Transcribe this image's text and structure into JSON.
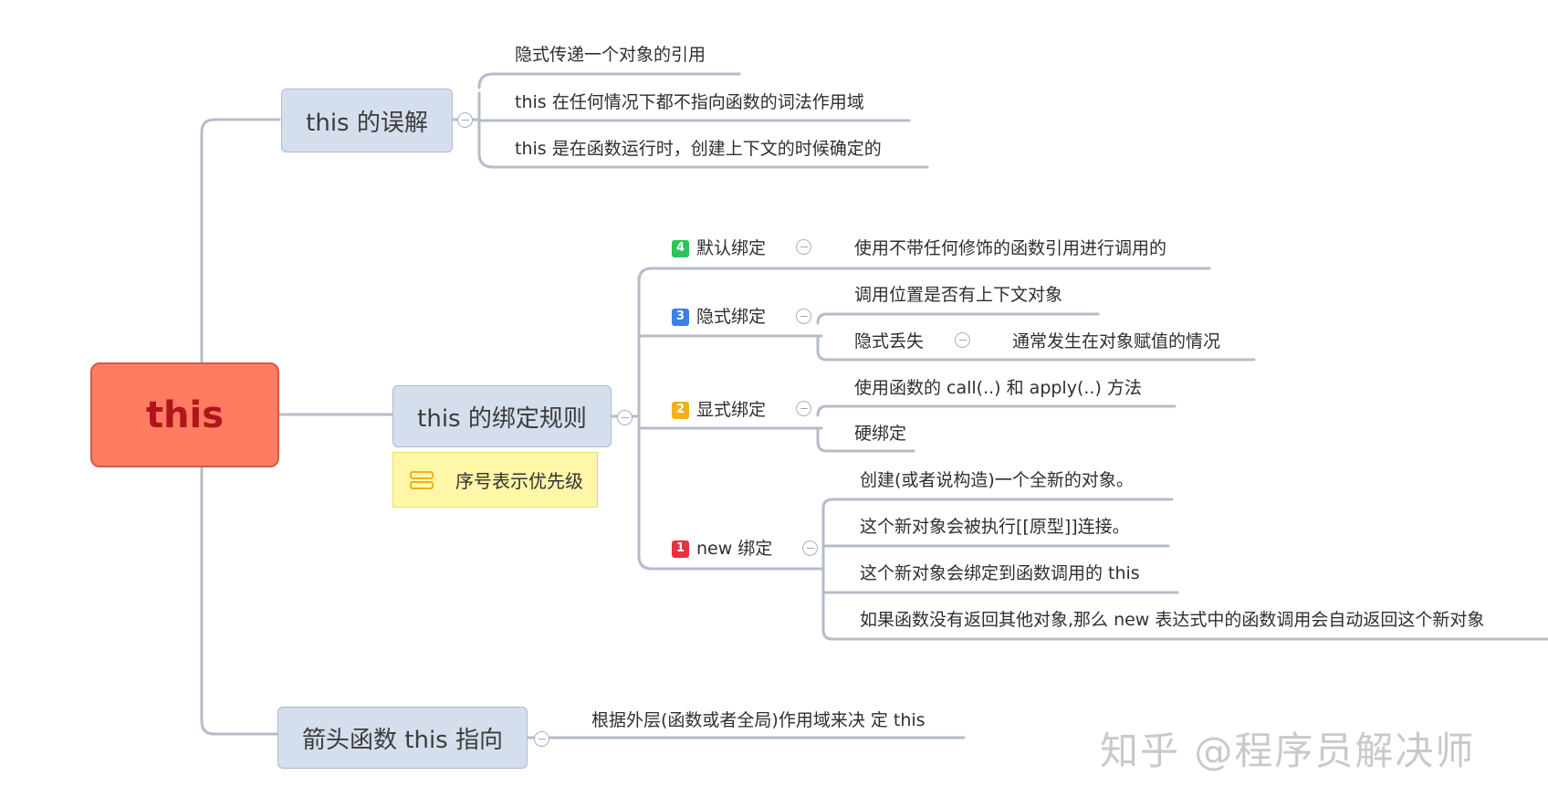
{
  "root": {
    "label": "this"
  },
  "branches": {
    "misconception": {
      "label": "this 的误解",
      "items": [
        "隐式传递一个对象的引用",
        "this 在任何情况下都不指向函数的词法作用域",
        "this 是在函数运行时，创建上下文的时候确定的"
      ]
    },
    "binding": {
      "label": "this 的绑定规则",
      "note": "序号表示优先级",
      "rules": [
        {
          "priority": "4",
          "badge_color": "#2bc45a",
          "label": "默认绑定",
          "items": [
            "使用不带任何修饰的函数引用进行调用的"
          ]
        },
        {
          "priority": "3",
          "badge_color": "#3d7ee8",
          "label": "隐式绑定",
          "items": [
            "调用位置是否有上下文对象",
            "隐式丢失"
          ],
          "sub": "通常发生在对象赋值的情况"
        },
        {
          "priority": "2",
          "badge_color": "#f2b01c",
          "label": "显式绑定",
          "items": [
            "使用函数的 call(..) 和 apply(..) 方法",
            "硬绑定"
          ]
        },
        {
          "priority": "1",
          "badge_color": "#e5323e",
          "label": "new 绑定",
          "items": [
            "创建(或者说构造)一个全新的对象。",
            "这个新对象会被执行[[原型]]连接。",
            "这个新对象会绑定到函数调用的 this",
            "如果函数没有返回其他对象,那么 new 表达式中的函数调用会自动返回这个新对象"
          ]
        }
      ]
    },
    "arrow": {
      "label": "箭头函数 this 指向",
      "items": [
        "根据外层(函数或者全局)作用域来决 定 this"
      ]
    }
  },
  "watermark": "知乎 @程序员解决师"
}
